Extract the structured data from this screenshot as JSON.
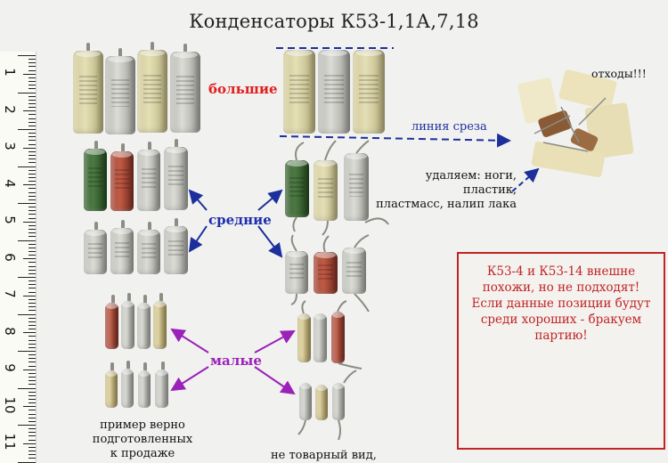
{
  "title": "Конденсаторы К53-1,1А,7,18",
  "labels": {
    "large": "большие",
    "medium": "средние",
    "small": "малые",
    "waste": "отходы!!!",
    "cut_line": "линия среза",
    "remove": [
      "удаляем: ноги, пластик,",
      "пластмасс, налип лака"
    ],
    "good_example": [
      "пример верно",
      "подготовленных",
      "к продаже"
    ],
    "bad_example": "не товарный вид,",
    "warning": [
      "К53-4 и К53-14 внешне",
      "похожи, но не подходят!",
      "Если данные позиции будут",
      "среди хороших - бракуем",
      "партию!"
    ]
  },
  "ruler_numbers": [
    "1",
    "2",
    "3",
    "4",
    "5",
    "6",
    "7",
    "8",
    "9",
    "10",
    "11"
  ],
  "colors": {
    "large_label": "#e01e1e",
    "medium_label": "#1d2fae",
    "small_label": "#9a22b8",
    "cut_line": "#1c2f9c",
    "warning_frame": "#c12424"
  }
}
